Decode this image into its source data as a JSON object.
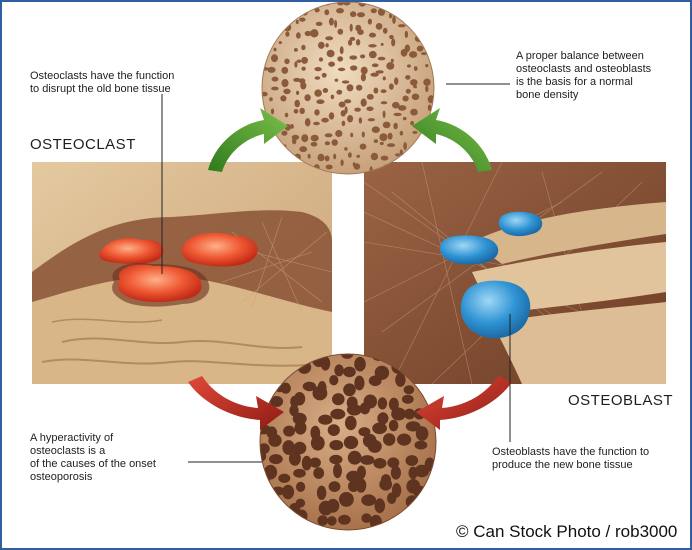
{
  "labels": {
    "osteoclast_title": "OSTEOCLAST",
    "osteoblast_title": "OSTEOBLAST",
    "osteoclast_function": "Osteoclasts have the function\nto disrupt the old bone tissue",
    "balance_note": "A proper balance between\nosteoclasts and osteoblasts\nis the basis for a normal\nbone density",
    "hyperactivity_note": "A hyperactivity of\nosteoclasts is a\nof the causes of the onset\nosteoporosis",
    "osteoblast_function": "Osteoblasts have the function to\nproduce the new bone tissue"
  },
  "credit": "© Can Stock Photo / rob3000",
  "colors": {
    "frame": "#2f5f9e",
    "green_arrow": "#4f9a2f",
    "red_arrow": "#b22a22",
    "bone": "#dcbf94",
    "osteoclast_cell": "#e8452a",
    "osteoblast_cell": "#2f93d3"
  }
}
